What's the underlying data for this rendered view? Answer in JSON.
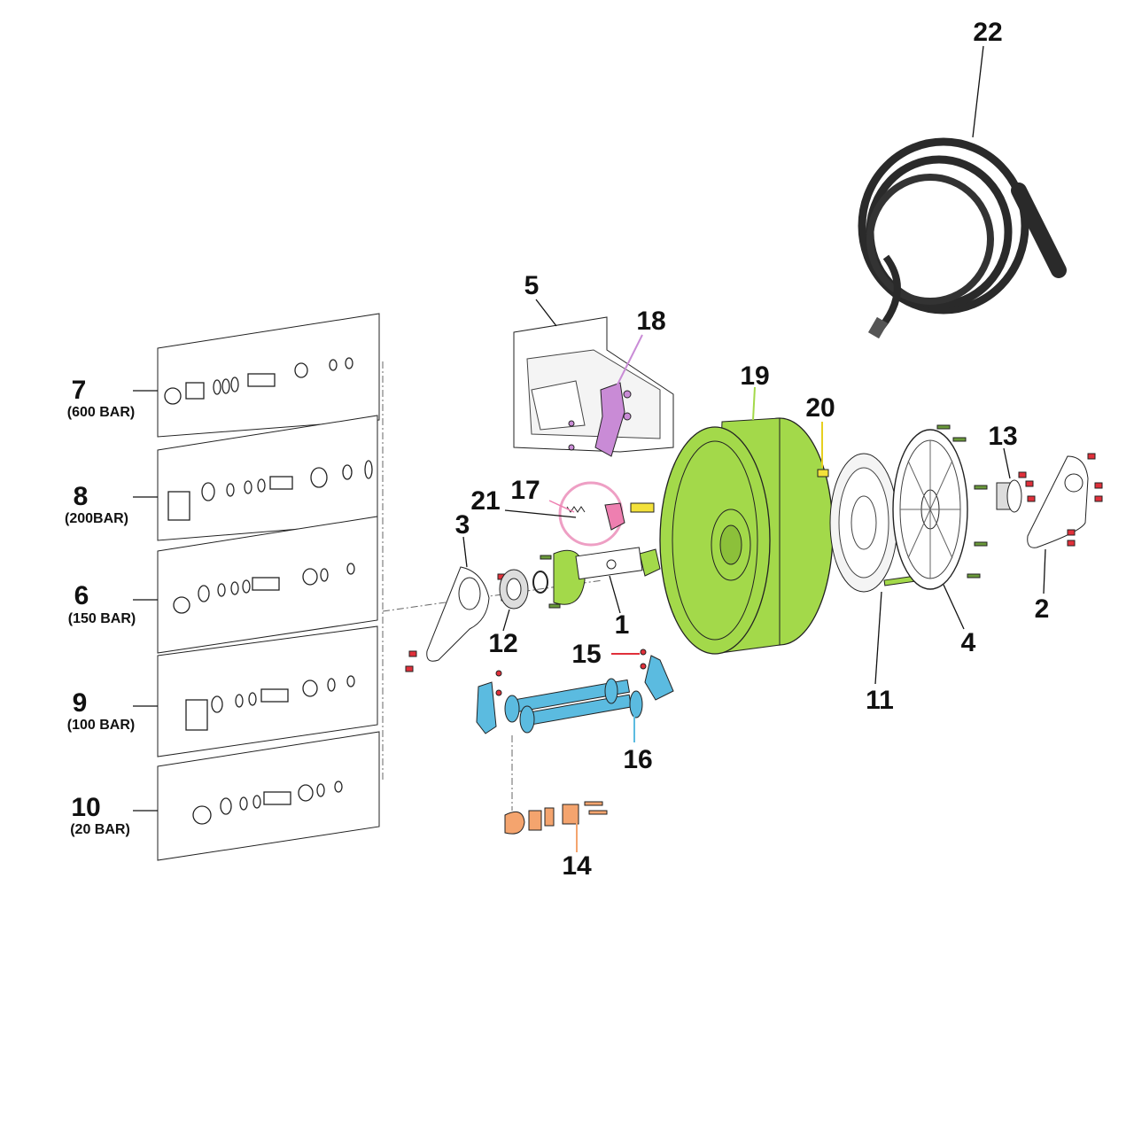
{
  "diagram": {
    "title": "Hose reel exploded parts diagram",
    "colors": {
      "reel": "#a3d94a",
      "bracket_lever": "#c98bd6",
      "spring_cam": "#ee7fb0",
      "arm_assembly": "#5bbbe0",
      "guide_roller": "#f4a46e",
      "connector": "#f3e13a",
      "screws": "#e0303a",
      "bolts": "#6a9a3a"
    },
    "labels": {
      "p1": "1",
      "p2": "2",
      "p3": "3",
      "p4": "4",
      "p5": "5",
      "p11": "11",
      "p12": "12",
      "p13": "13",
      "p14": "14",
      "p15": "15",
      "p16": "16",
      "p17": "17",
      "p18": "18",
      "p19": "19",
      "p20": "20",
      "p21": "21",
      "p22": "22"
    },
    "swivel_kits": [
      {
        "number": "7",
        "rating": "(600 BAR)"
      },
      {
        "number": "8",
        "rating": "(200BAR)"
      },
      {
        "number": "6",
        "rating": "(150 BAR)"
      },
      {
        "number": "9",
        "rating": "(100 BAR)"
      },
      {
        "number": "10",
        "rating": "(20 BAR)"
      }
    ]
  }
}
